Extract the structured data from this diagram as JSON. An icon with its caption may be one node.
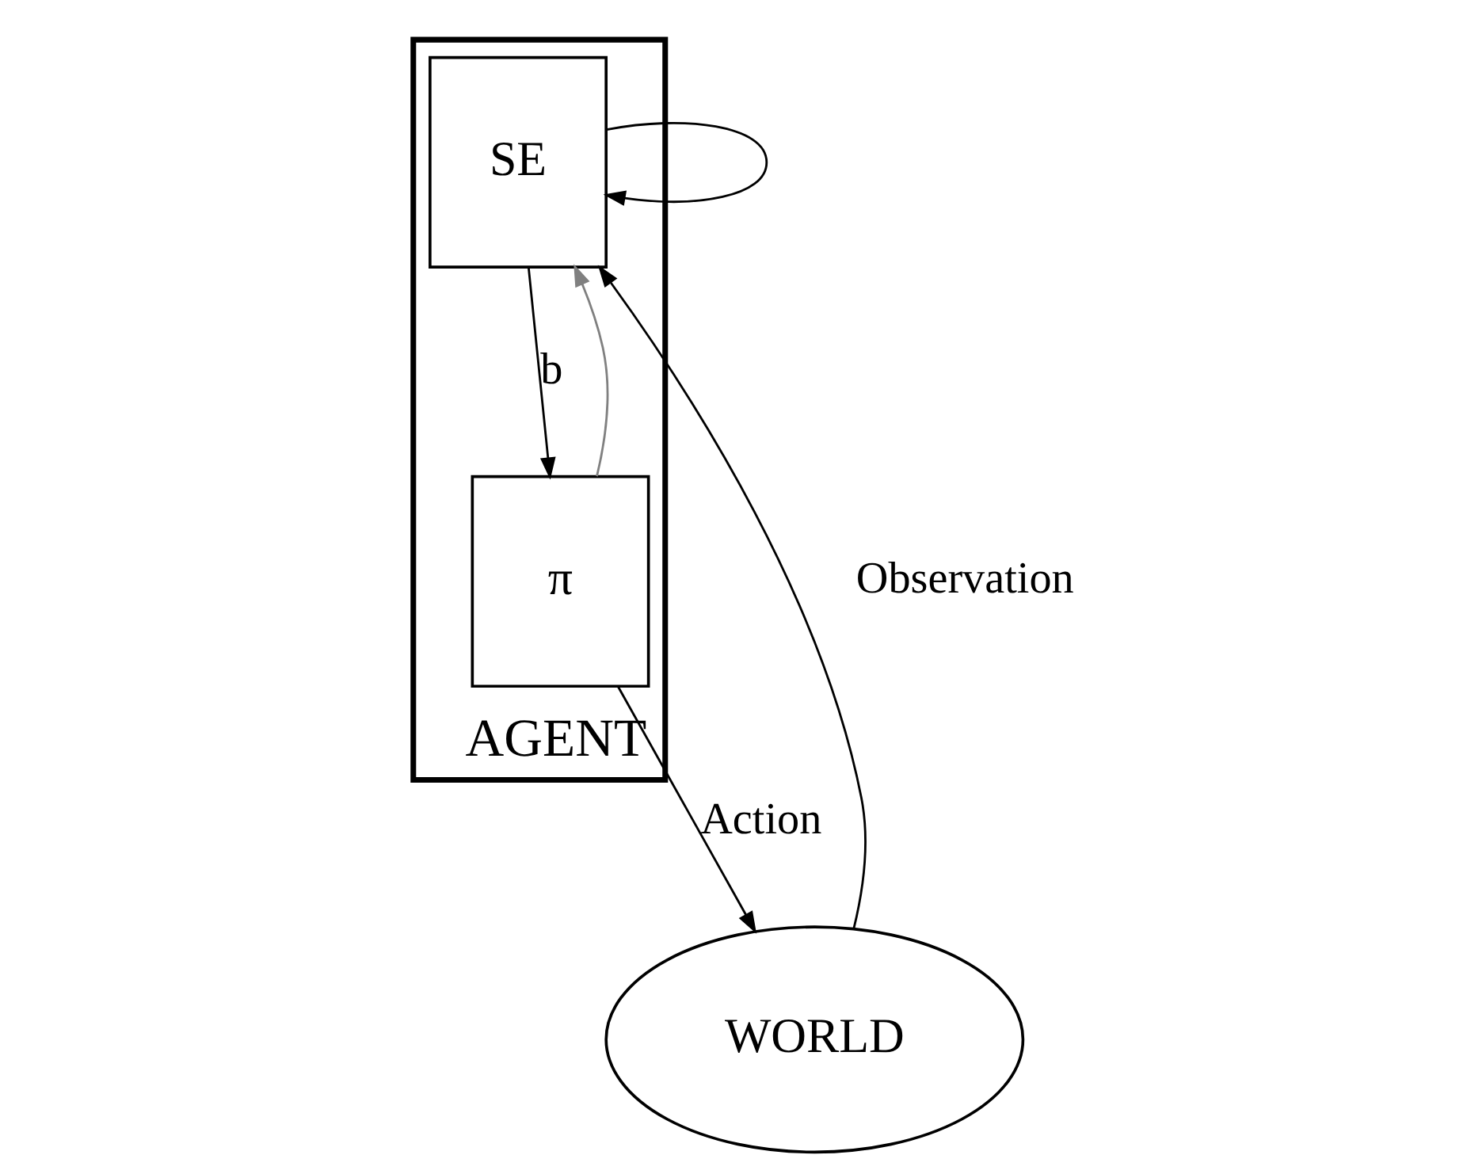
{
  "diagram": {
    "nodes": [
      {
        "text": [
          "WORLD"
        ]
      },
      {
        "text": [
          "AGENT"
        ]
      },
      {
        "text": [
          "SE"
        ],
        "in": 1
      },
      {
        "text": [
          "π"
        ],
        "in": 1
      }
    ],
    "edges": [
      {
        "from": 0,
        "to": 2,
        "arrow": "to",
        "label": "Observation"
      },
      {
        "from": 2,
        "to": 3,
        "arrow": "to",
        "label": "b"
      },
      {
        "from": 3,
        "to": 0,
        "arrow": "to",
        "label": "Action"
      },
      {
        "from": 2,
        "to": 2,
        "arrow": "to"
      },
      {
        "from": 3,
        "to": 2,
        "arrow": "to",
        "color": "#808080"
      }
    ]
  }
}
